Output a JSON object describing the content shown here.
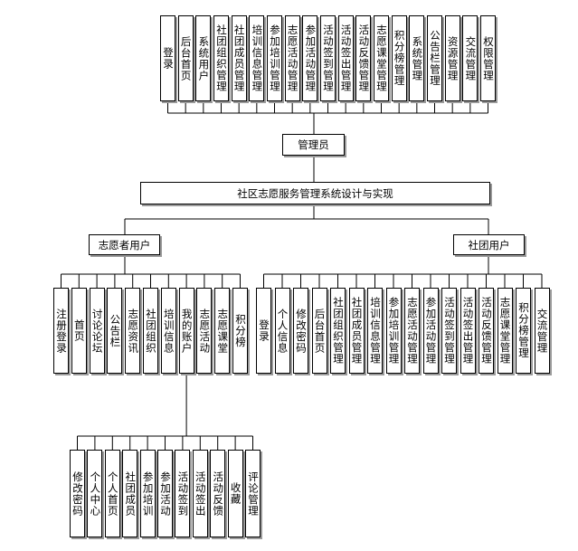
{
  "title": "社区志愿服务管理系统设计与实现",
  "admin": {
    "label": "管理员",
    "modules": [
      "登录",
      "后台首页",
      "系统用户",
      "社团组织管理",
      "社团成员管理",
      "培训信息管理",
      "参加培训管理",
      "志愿活动管理",
      "参加活动管理",
      "活动签到管理",
      "活动签出管理",
      "活动反馈管理",
      "志愿课堂管理",
      "积分榜管理",
      "系统管理",
      "公告栏管理",
      "资源管理",
      "交流管理",
      "权限管理"
    ]
  },
  "volunteer": {
    "label": "志愿者用户",
    "modules": [
      "注册登录",
      "首页",
      "讨论论坛",
      "公告栏",
      "志愿资讯",
      "社团组织",
      "培训信息",
      "我的账户",
      "志愿活动",
      "志愿课堂",
      "积分榜"
    ],
    "account_modules": [
      "修改密码",
      "个人中心",
      "个人首页",
      "社团成员",
      "参加培训",
      "参加活动",
      "活动签到",
      "活动签出",
      "活动反馈",
      "收藏",
      "评论管理"
    ]
  },
  "club": {
    "label": "社团用户",
    "modules": [
      "登录",
      "个人信息",
      "修改密码",
      "后台首页",
      "社团组织管理",
      "社团成员管理",
      "培训信息管理",
      "参加培训管理",
      "志愿活动管理",
      "参加活动管理",
      "活动签到管理",
      "活动签出管理",
      "活动反馈管理",
      "志愿课堂管理",
      "积分榜管理",
      "交流管理"
    ]
  }
}
